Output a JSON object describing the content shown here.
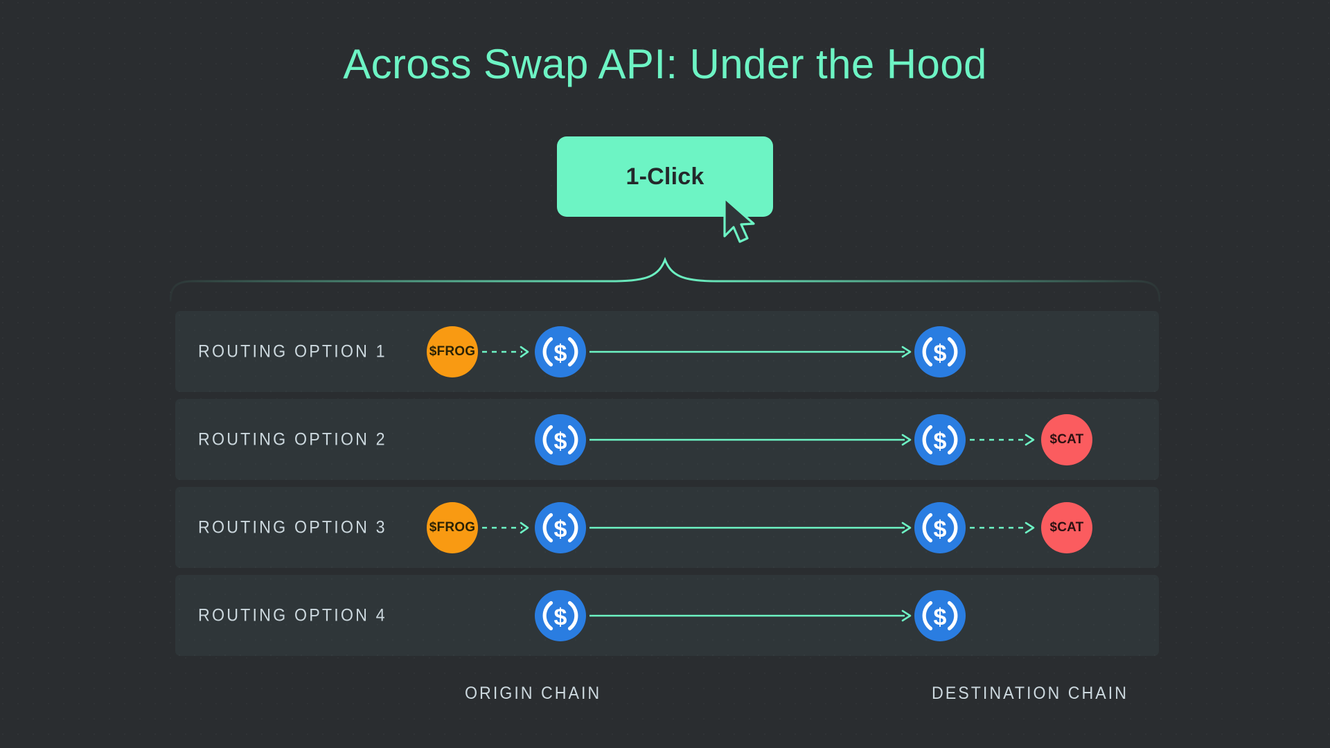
{
  "page": {
    "title": "Across Swap API: Under the Hood",
    "background_color": "#2a2d30",
    "accent_color": "#6df4c4"
  },
  "cta": {
    "label": "1-Click",
    "background_color": "#6df4c4",
    "text_color": "#24282b",
    "cursor_icon": "mouse-cursor-icon"
  },
  "diagram": {
    "brace_icon": "curly-brace-connector",
    "rows": [
      {
        "label": "ROUTING OPTION 1",
        "origin_token": "$FROG",
        "origin_token_color": "#f99a12",
        "origin_coin": "USDC",
        "destination_coin": "USDC",
        "destination_token": null,
        "destination_token_color": null,
        "origin_swap_arrow": "dashed",
        "bridge_arrow": "solid",
        "destination_swap_arrow": null
      },
      {
        "label": "ROUTING OPTION 2",
        "origin_token": null,
        "origin_token_color": null,
        "origin_coin": "USDC",
        "destination_coin": "USDC",
        "destination_token": "$CAT",
        "destination_token_color": "#fb5c5f",
        "origin_swap_arrow": null,
        "bridge_arrow": "solid",
        "destination_swap_arrow": "dashed"
      },
      {
        "label": "ROUTING OPTION 3",
        "origin_token": "$FROG",
        "origin_token_color": "#f99a12",
        "origin_coin": "USDC",
        "destination_coin": "USDC",
        "destination_token": "$CAT",
        "destination_token_color": "#fb5c5f",
        "origin_swap_arrow": "dashed",
        "bridge_arrow": "solid",
        "destination_swap_arrow": "dashed"
      },
      {
        "label": "ROUTING OPTION 4",
        "origin_token": null,
        "origin_token_color": null,
        "origin_coin": "USDC",
        "destination_coin": "USDC",
        "destination_token": null,
        "destination_token_color": null,
        "origin_swap_arrow": null,
        "bridge_arrow": "solid",
        "destination_swap_arrow": null
      }
    ],
    "footer": {
      "origin_chain_label": "ORIGIN CHAIN",
      "destination_chain_label": "DESTINATION CHAIN"
    }
  },
  "icons": {
    "usdc_coin": "usdc-coin-icon",
    "arrow_solid": "arrow-right-solid-icon",
    "arrow_dashed": "arrow-right-dashed-icon"
  }
}
